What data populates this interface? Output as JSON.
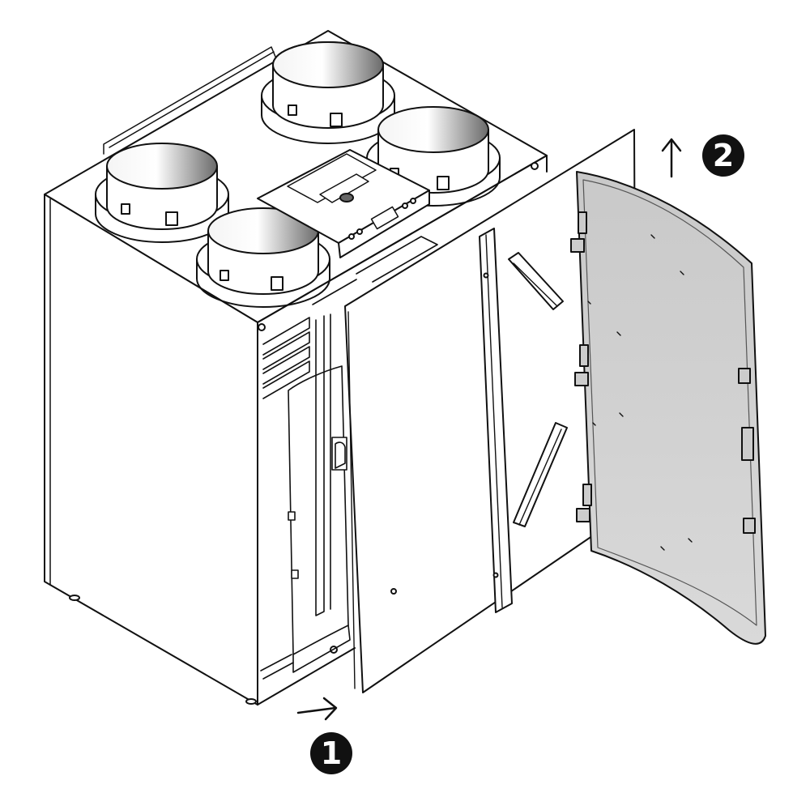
{
  "steps": [
    {
      "number": "1",
      "arrow": "right"
    },
    {
      "number": "2",
      "arrow": "up"
    }
  ],
  "colors": {
    "outline": "#111111",
    "body_fill": "#ffffff",
    "door_fill": "#d2d2d2",
    "duct_shade": "#777777",
    "callout_fill": "#111111",
    "callout_text": "#ffffff"
  },
  "icons": [
    "arrow-right-icon",
    "arrow-up-icon"
  ]
}
